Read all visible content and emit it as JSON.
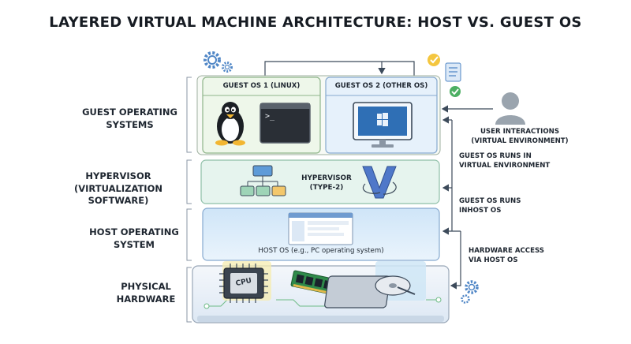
{
  "title": "LAYERED VIRTUAL MACHINE ARCHITECTURE: HOST VS. GUEST OS",
  "layers": {
    "guest_os": "GUEST OPERATING SYSTEMS",
    "hypervisor_line1": "HYPERVISOR",
    "hypervisor_line2": "(VIRTUALIZATION SOFTWARE)",
    "host_os": "HOST OPERATING SYSTEM",
    "hardware": "PHYSICAL HARDWARE"
  },
  "guest1_title": "GUEST OS 1 (LINUX)",
  "guest2_title": "GUEST OS 2 (OTHER OS)",
  "terminal_prompt": ">_",
  "hypervisor_box_line1": "HYPERVISOR",
  "hypervisor_box_line2": "(TYPE-2)",
  "host_box_label": "HOST OS (e.g., PC operating system)",
  "cpu_label": "CPU",
  "annotations": {
    "user_line1": "USER INTERACTIONS",
    "user_line2": "(VIRTUAL ENVIRONMENT)",
    "virtual_line1": "GUEST OS RUNS IN",
    "virtual_line2": "VIRTUAL ENVIRONMENT",
    "inhost_line1": "GUEST OS RUNS",
    "inhost_line2": "INHOST OS",
    "hw_line1": "HARDWARE ACCESS",
    "hw_line2": "VIA HOST OS"
  },
  "colors": {
    "guest_bg": "#eef7ea",
    "guest2_bg": "#e6f1fb",
    "hypervisor_bg": "#e6f4ee",
    "host_bg": "#dfeefb",
    "hardware_bg": "#f1f5fa",
    "line": "#3c4a5a"
  }
}
